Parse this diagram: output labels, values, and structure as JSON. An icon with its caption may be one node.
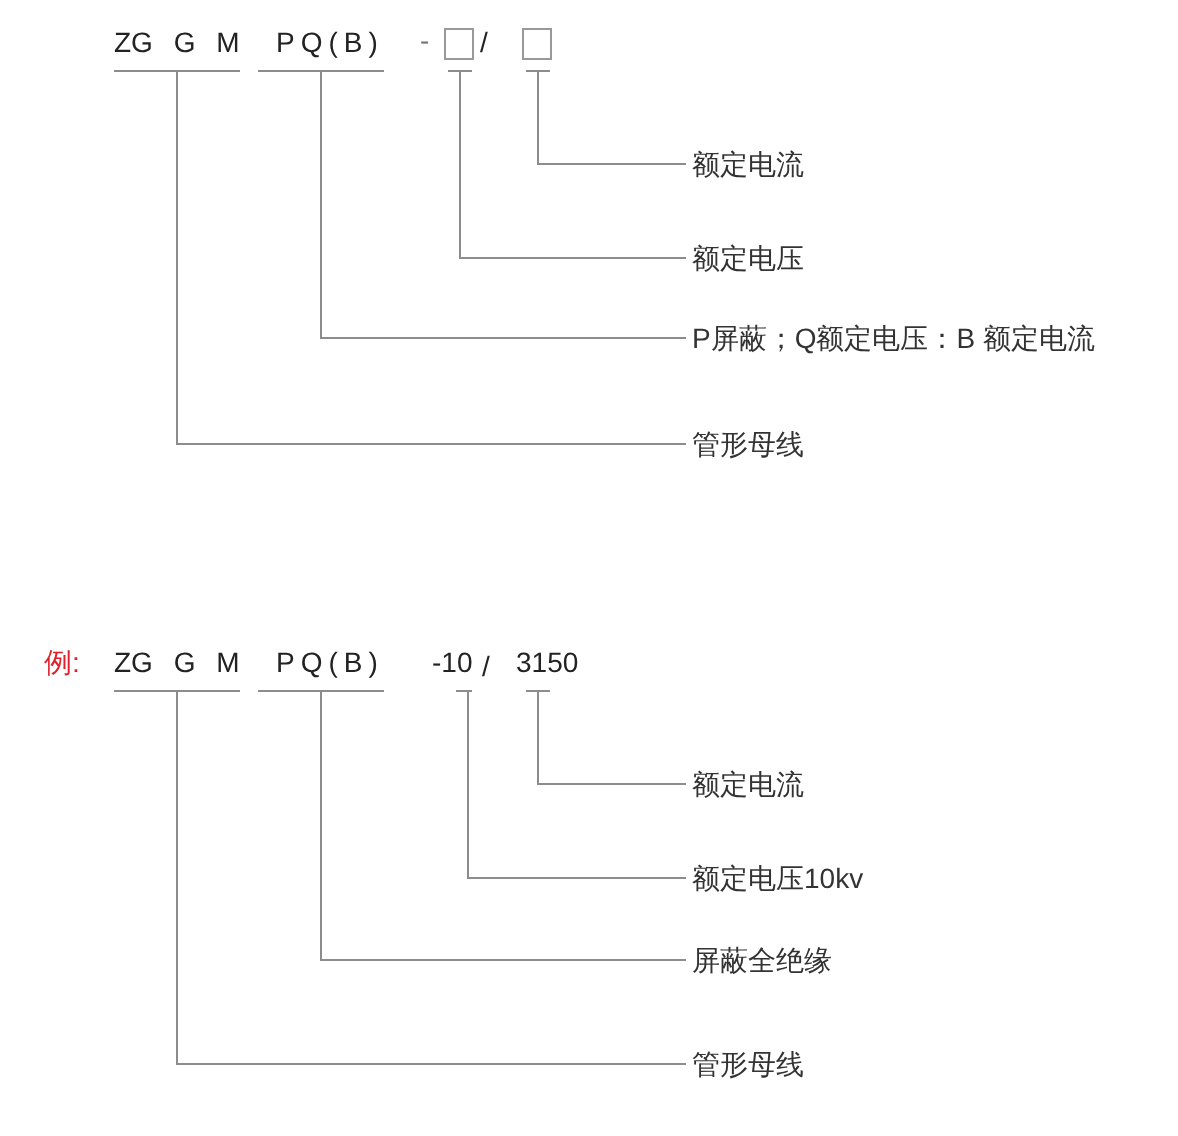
{
  "diagram": {
    "nodes": [
      {
        "text": [
          "ZG G M"
        ]
      },
      {
        "text": [
          "PQ(B)"
        ]
      },
      {
        "text": [],
        "shape": "box"
      },
      {
        "text": [],
        "shape": "box"
      },
      {
        "text": [
          "额定电流"
        ]
      },
      {
        "text": [
          "额定电压"
        ]
      },
      {
        "text": [
          "P屏蔽；Q额定电压：B 额定电流"
        ]
      },
      {
        "text": [
          "管形母线"
        ]
      },
      {
        "text": [
          "ZG G M"
        ]
      },
      {
        "text": [
          "PQ(B)"
        ]
      },
      {
        "text": [
          "-10"
        ]
      },
      {
        "text": [
          "3150"
        ]
      },
      {
        "text": [
          "额定电流"
        ]
      },
      {
        "text": [
          "额定电压10kv"
        ]
      },
      {
        "text": [
          "屏蔽全绝缘"
        ]
      },
      {
        "text": [
          "管形母线"
        ]
      }
    ],
    "edges": [
      {
        "from": 3,
        "to": 4,
        "arrow": "none"
      },
      {
        "from": 2,
        "to": 5,
        "arrow": "none"
      },
      {
        "from": 1,
        "to": 6,
        "arrow": "none"
      },
      {
        "from": 0,
        "to": 7,
        "arrow": "none"
      },
      {
        "from": 11,
        "to": 12,
        "arrow": "none"
      },
      {
        "from": 10,
        "to": 13,
        "arrow": "none"
      },
      {
        "from": 9,
        "to": 14,
        "arrow": "none"
      },
      {
        "from": 8,
        "to": 15,
        "arrow": "none"
      }
    ],
    "labels": [
      "-",
      "/",
      "例:",
      "/"
    ]
  }
}
